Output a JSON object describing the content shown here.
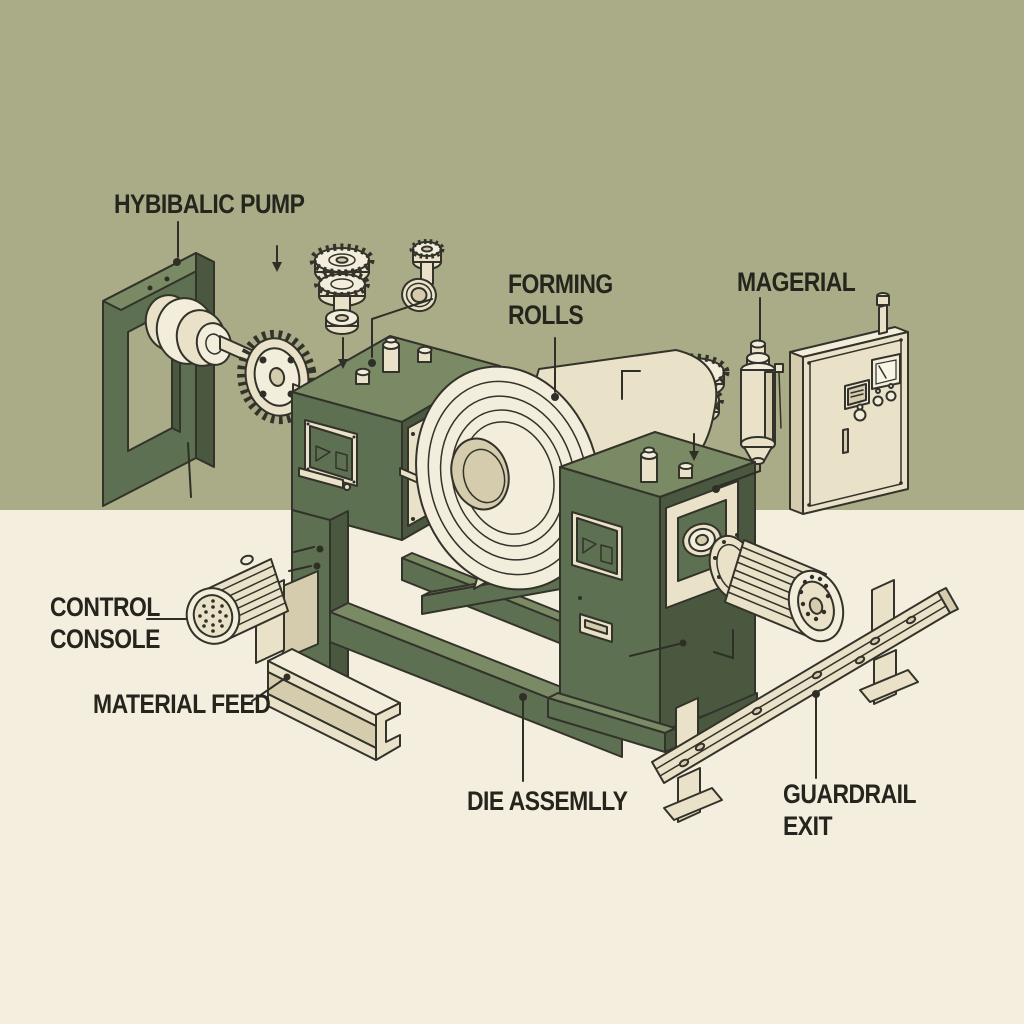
{
  "title": "Roll forming machine exploded diagram",
  "labels": {
    "hydraulic_pump": {
      "line1": "HYBIBALIC PUMP"
    },
    "forming_rolls": {
      "line1": "FORMING",
      "line2": "ROLLS"
    },
    "magerial": {
      "line1": "MAGERIAL"
    },
    "control_console": {
      "line1": "CONTROL",
      "line2": "CONSOLE"
    },
    "material_feed": {
      "line1": "MATERIAL FEED"
    },
    "die_assembly": {
      "line1": "DIE ASSEMLLY"
    },
    "guardrail_exit": {
      "line1": "GUARDRAIL",
      "line2": "EXIT"
    }
  },
  "colors": {
    "wall": "#a9ac87",
    "floor": "#f4eedf",
    "green-light": "#7a8a64",
    "green-mid": "#5e7052",
    "green-dark": "#49583f",
    "cream": "#e9e2c8",
    "cream-light": "#f3eedb",
    "cream-shadow": "#d5ccae",
    "outline": "#33332b",
    "label": "#25251d",
    "leader": "#2f2f27"
  }
}
